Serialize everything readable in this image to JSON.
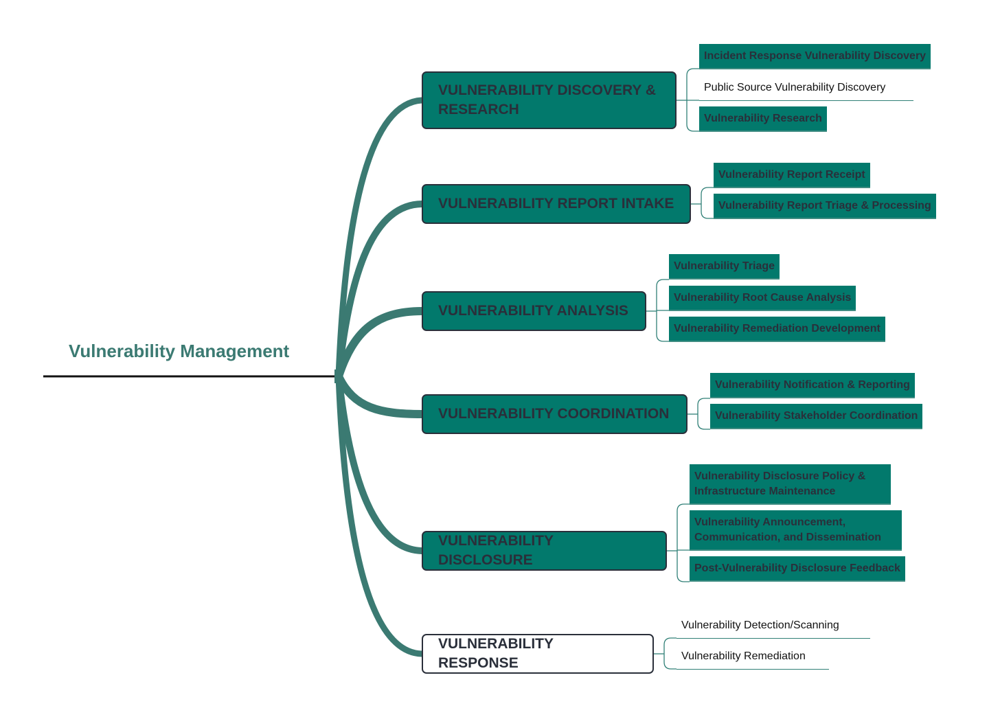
{
  "root": {
    "title": "Vulnerability Management"
  },
  "colors": {
    "branch_fill": "#02796c",
    "connector": "#3b7a72",
    "text_dark": "#2a2f3a"
  },
  "branches": [
    {
      "label": "VULNERABILITY DISCOVERY & RESEARCH",
      "filled": true,
      "leaves": [
        {
          "label": "Incident Response Vulnerability Discovery",
          "filled": true
        },
        {
          "label": "Public Source Vulnerability Discovery",
          "filled": false
        },
        {
          "label": "Vulnerability Research",
          "filled": true
        }
      ]
    },
    {
      "label": "VULNERABILITY REPORT INTAKE",
      "filled": true,
      "leaves": [
        {
          "label": "Vulnerability Report Receipt",
          "filled": true
        },
        {
          "label": "Vulnerability Report Triage & Processing",
          "filled": true
        }
      ]
    },
    {
      "label": "VULNERABILITY ANALYSIS",
      "filled": true,
      "leaves": [
        {
          "label": "Vulnerability Triage",
          "filled": true
        },
        {
          "label": "Vulnerability Root Cause Analysis",
          "filled": true
        },
        {
          "label": "Vulnerability Remediation Development",
          "filled": true
        }
      ]
    },
    {
      "label": "VULNERABILITY COORDINATION",
      "filled": true,
      "leaves": [
        {
          "label": "Vulnerability Notification & Reporting",
          "filled": true
        },
        {
          "label": "Vulnerability Stakeholder Coordination",
          "filled": true
        }
      ]
    },
    {
      "label": "VULNERABILITY DISCLOSURE",
      "filled": true,
      "leaves": [
        {
          "label": "Vulnerability Disclosure Policy & Infrastructure Maintenance",
          "filled": true
        },
        {
          "label": "Vulnerability Announcement, Communication, and Dissemination",
          "filled": true
        },
        {
          "label": "Post-Vulnerability Disclosure Feedback",
          "filled": true
        }
      ]
    },
    {
      "label": "VULNERABILITY RESPONSE",
      "filled": false,
      "leaves": [
        {
          "label": "Vulnerability Detection/Scanning",
          "filled": false
        },
        {
          "label": "Vulnerability Remediation",
          "filled": false
        }
      ]
    }
  ]
}
